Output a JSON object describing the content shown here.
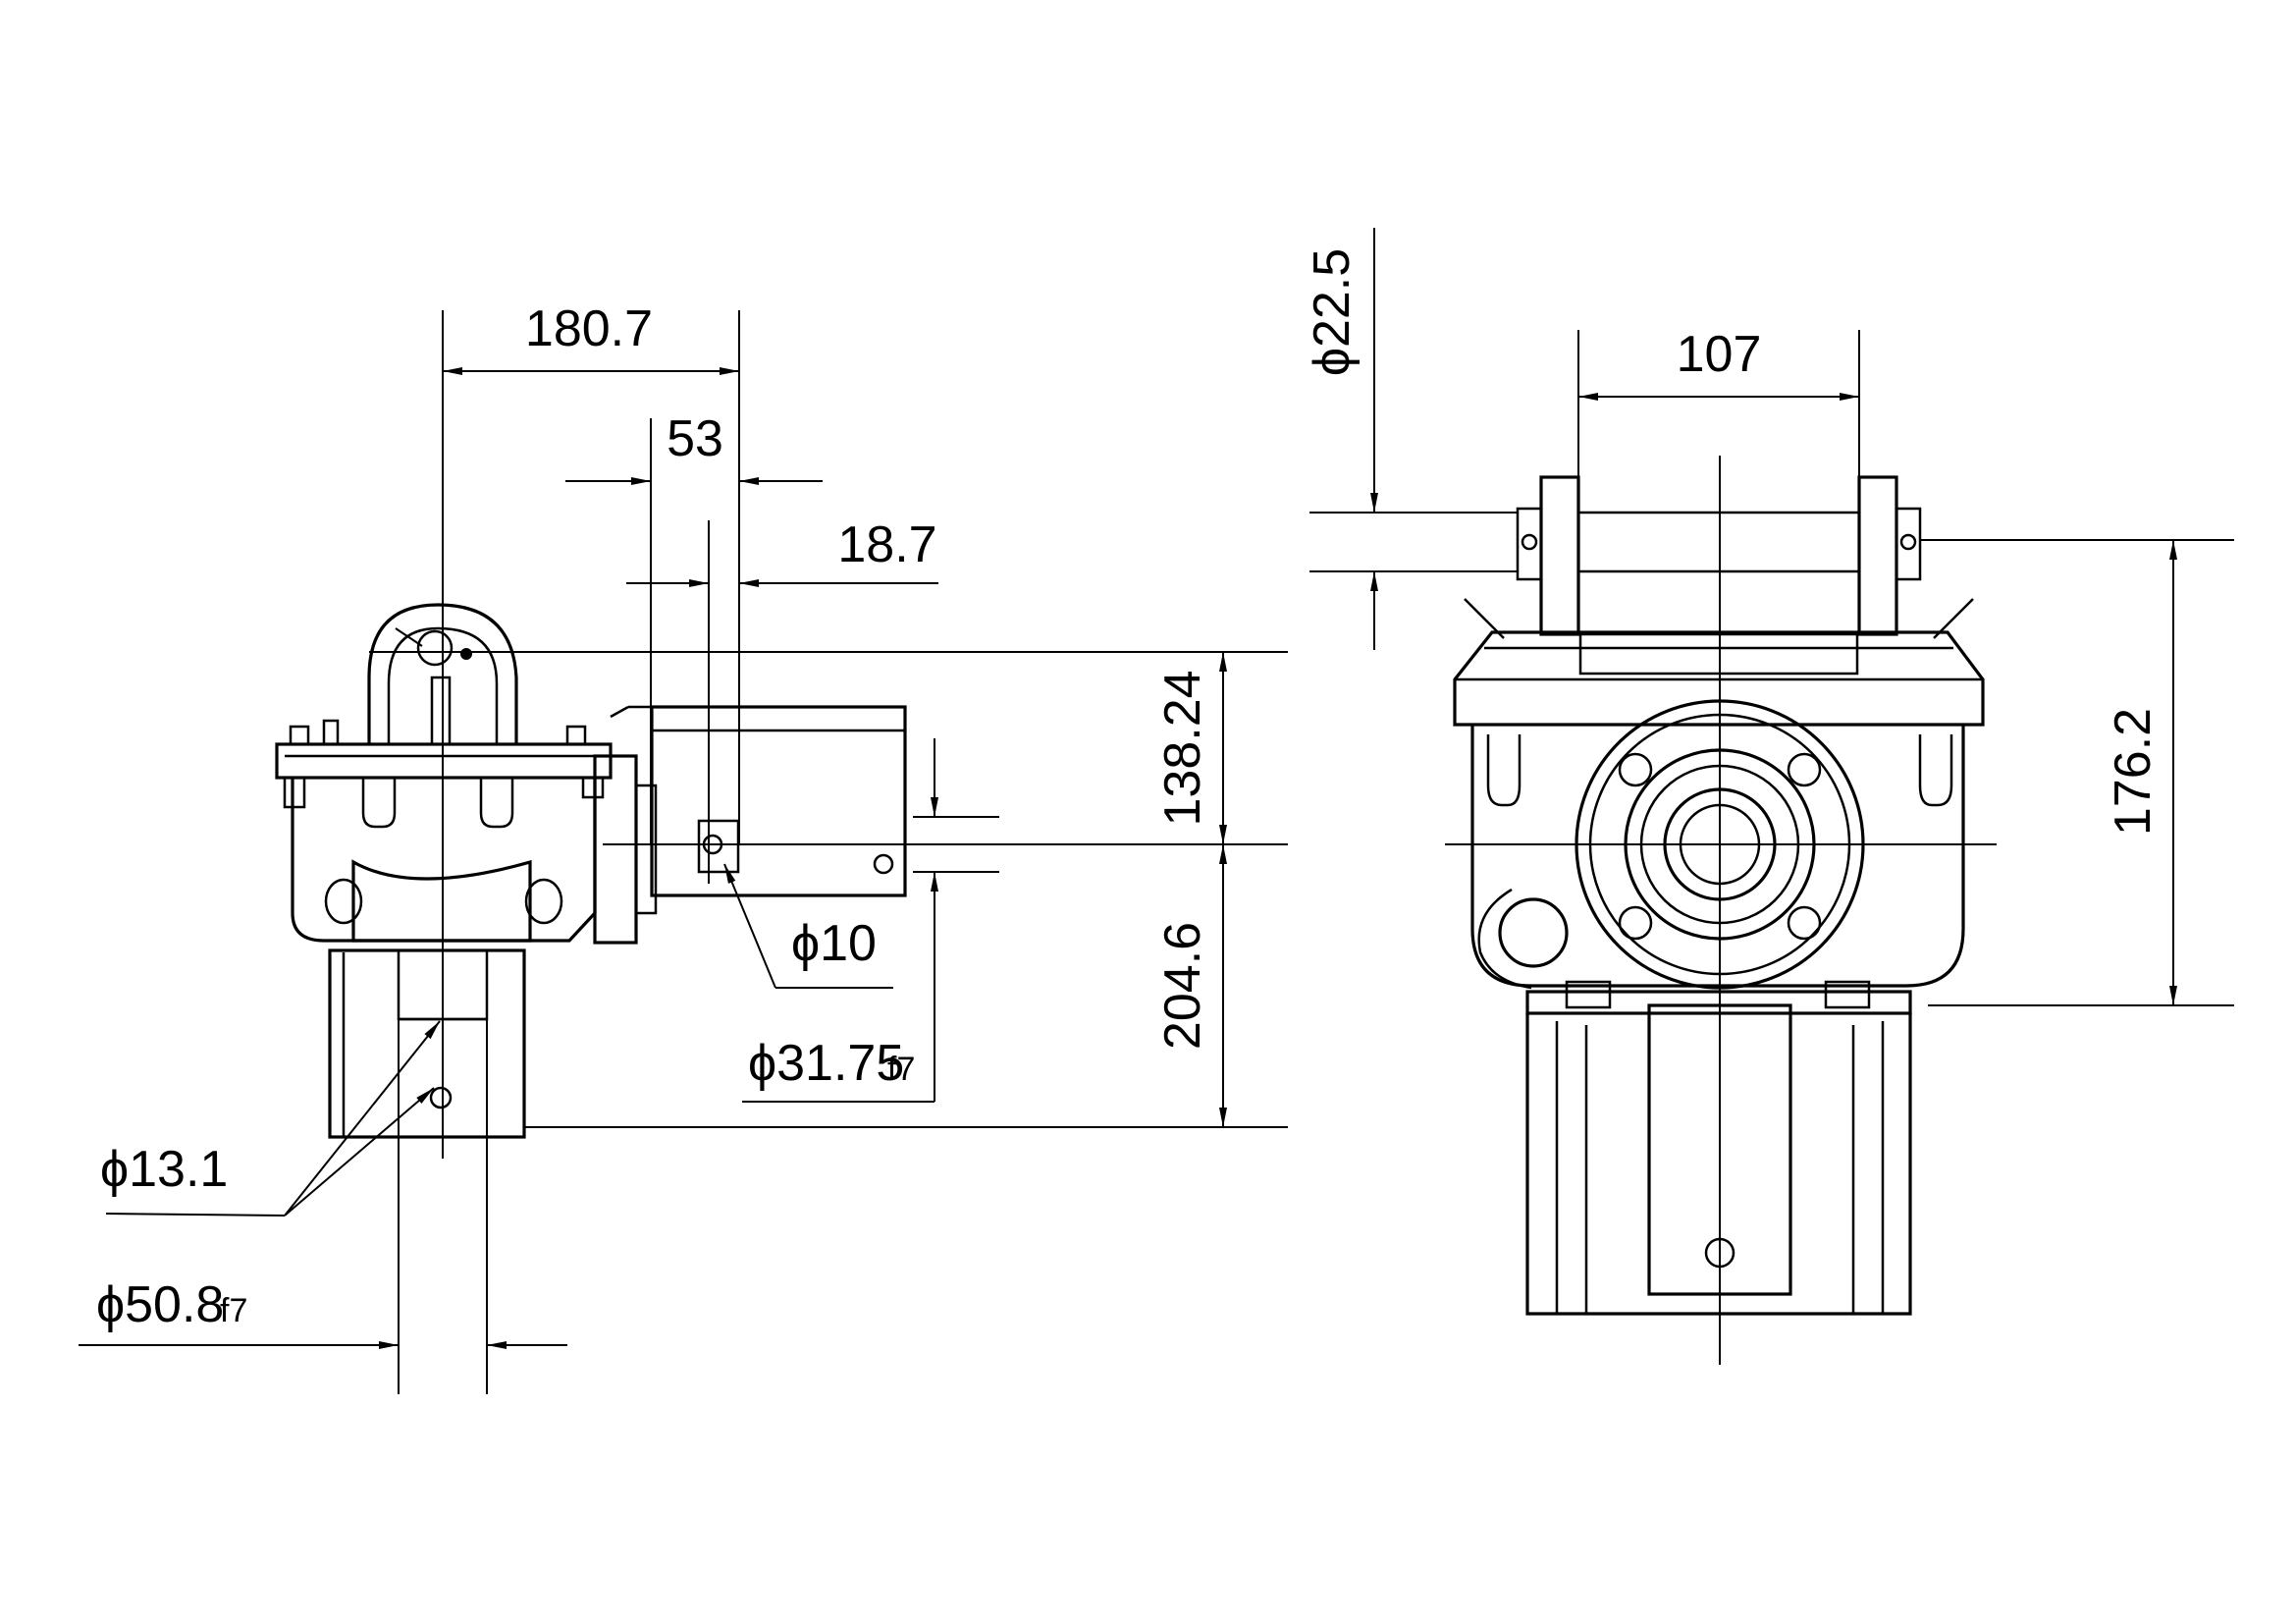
{
  "side_view": {
    "dim_width_overall": "180.7",
    "dim_53": "53",
    "dim_18_7": "18.7",
    "dim_height_upper": "138.24",
    "dim_height_lower": "204.6",
    "dia_hole_10": "ϕ10",
    "dia_shaft_31_75": "ϕ31.75",
    "fit_31_75": "f7",
    "dia_hole_13_1": "ϕ13.1",
    "dia_shaft_50_8": "ϕ50.8",
    "fit_50_8": "f7"
  },
  "front_view": {
    "dia_22_5": "ϕ22.5",
    "dim_107": "107",
    "dim_176_2": "176.2"
  }
}
